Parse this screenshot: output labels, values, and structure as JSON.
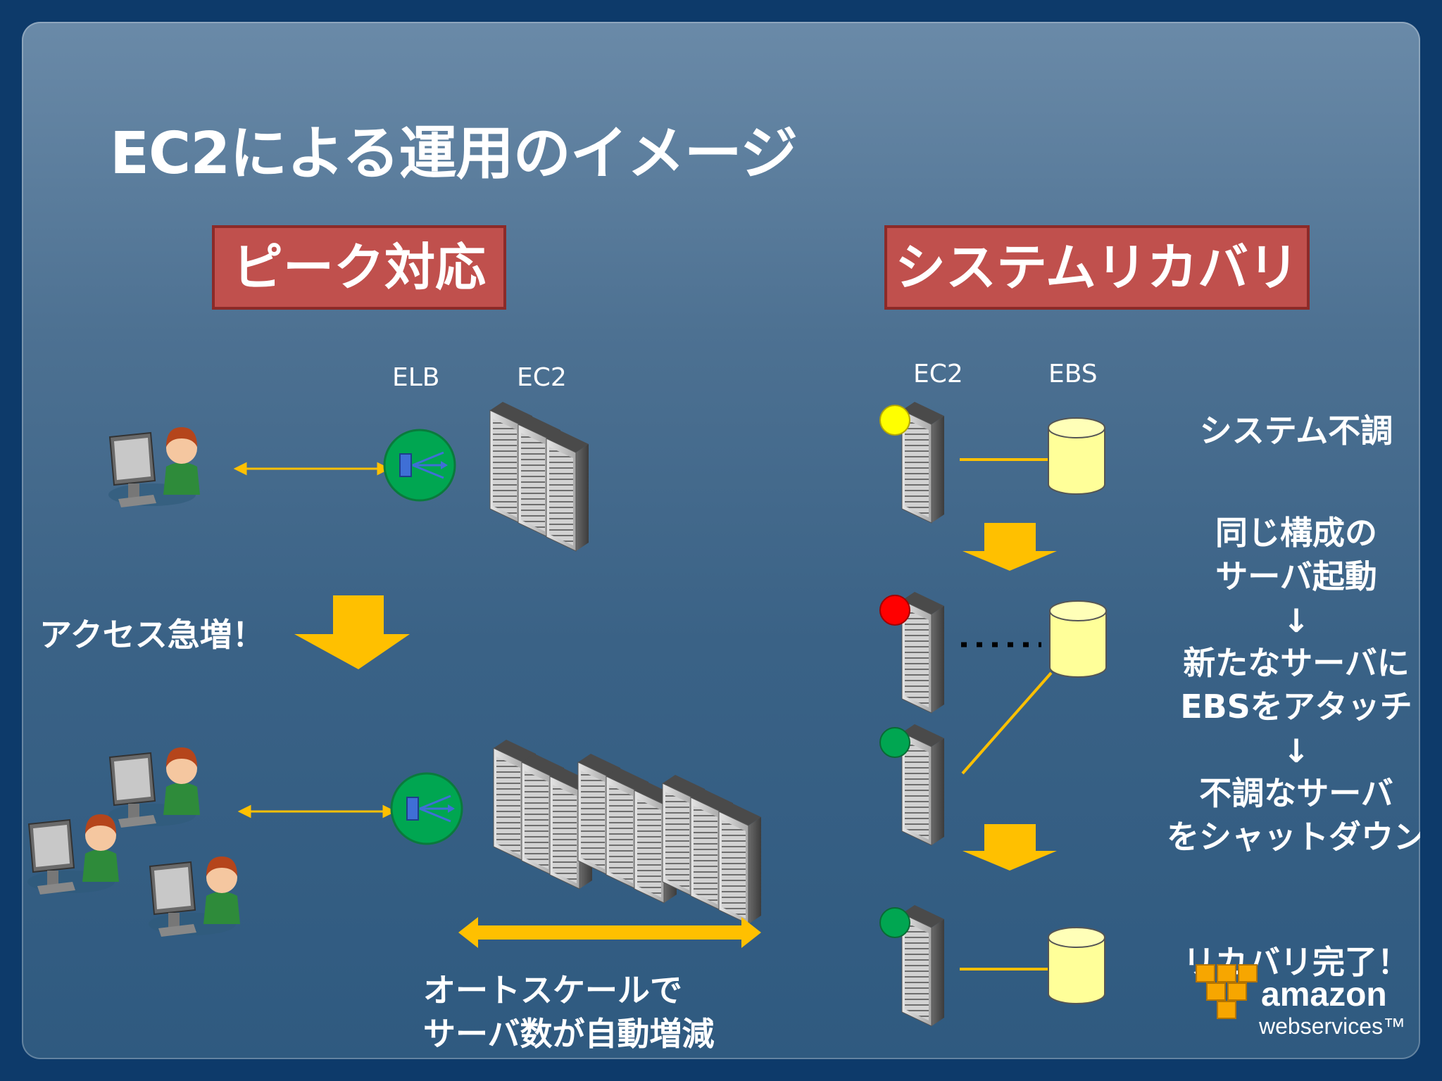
{
  "title": "EC2による運用のイメージ",
  "left": {
    "heading": "ピーク対応",
    "elb_label": "ELB",
    "ec2_label": "EC2",
    "surge_text": "アクセス急増！",
    "caption_line1": "オートスケールで",
    "caption_line2": "サーバ数が自動増減"
  },
  "right": {
    "heading": "システムリカバリ",
    "ec2_label": "EC2",
    "ebs_label": "EBS",
    "step1": "システム不調",
    "step2_line1": "同じ構成の",
    "step2_line2": "サーバ起動",
    "arrow_glyph": "↓",
    "step3_line1": "新たなサーバに",
    "step3_line2": "EBSをアタッチ",
    "step4_line1": "不調なサーバ",
    "step4_line2": "をシャットダウン",
    "step5": "リカバリ完了！"
  },
  "logo": {
    "line1": "amazon",
    "line2": "webservices™"
  },
  "colors": {
    "accent_red": "#c0504d",
    "arrow_yellow": "#ffc000",
    "status_yellow": "#ffff00",
    "status_red": "#ff0000",
    "status_green": "#00a651",
    "disk": "#ffff99"
  }
}
